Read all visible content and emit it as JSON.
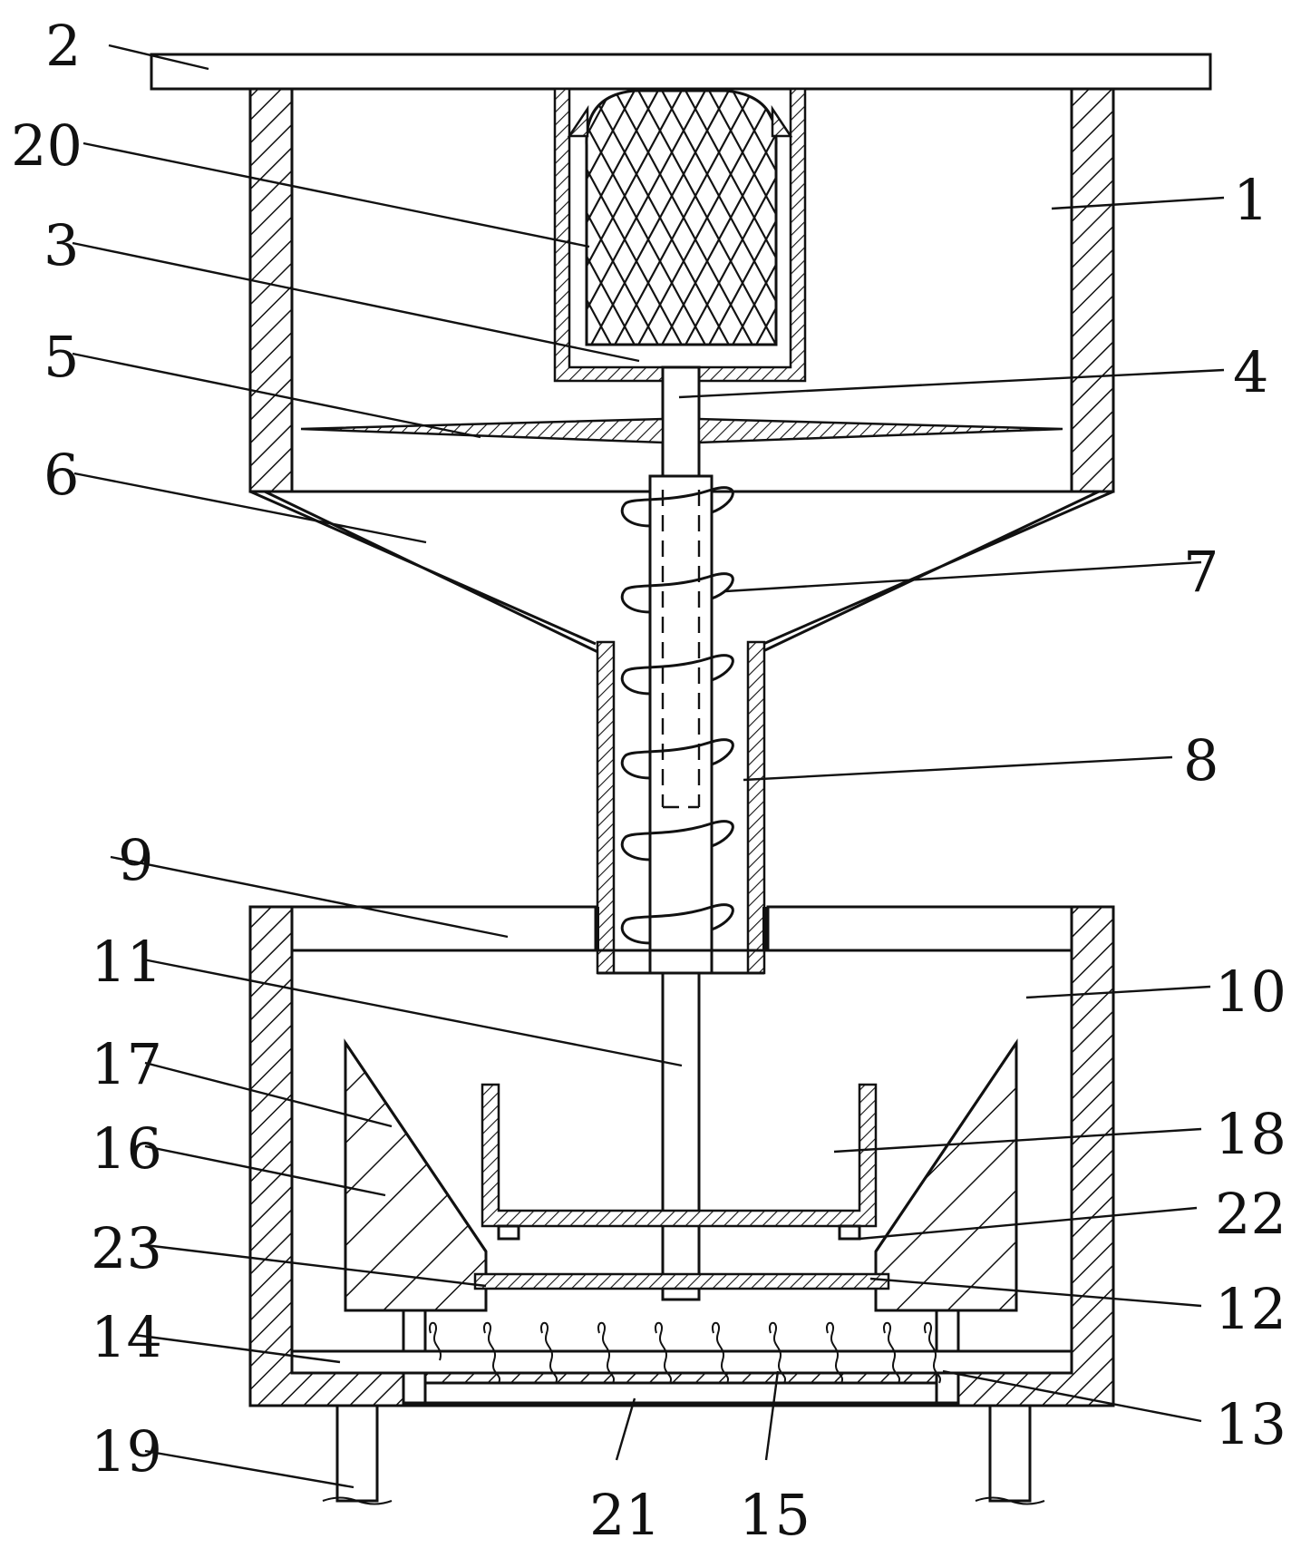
{
  "figure": {
    "labels": [
      "1",
      "2",
      "3",
      "4",
      "5",
      "6",
      "7",
      "8",
      "9",
      "10",
      "11",
      "12",
      "13",
      "14",
      "15",
      "16",
      "17",
      "18",
      "19",
      "20",
      "21",
      "22",
      "23"
    ]
  }
}
